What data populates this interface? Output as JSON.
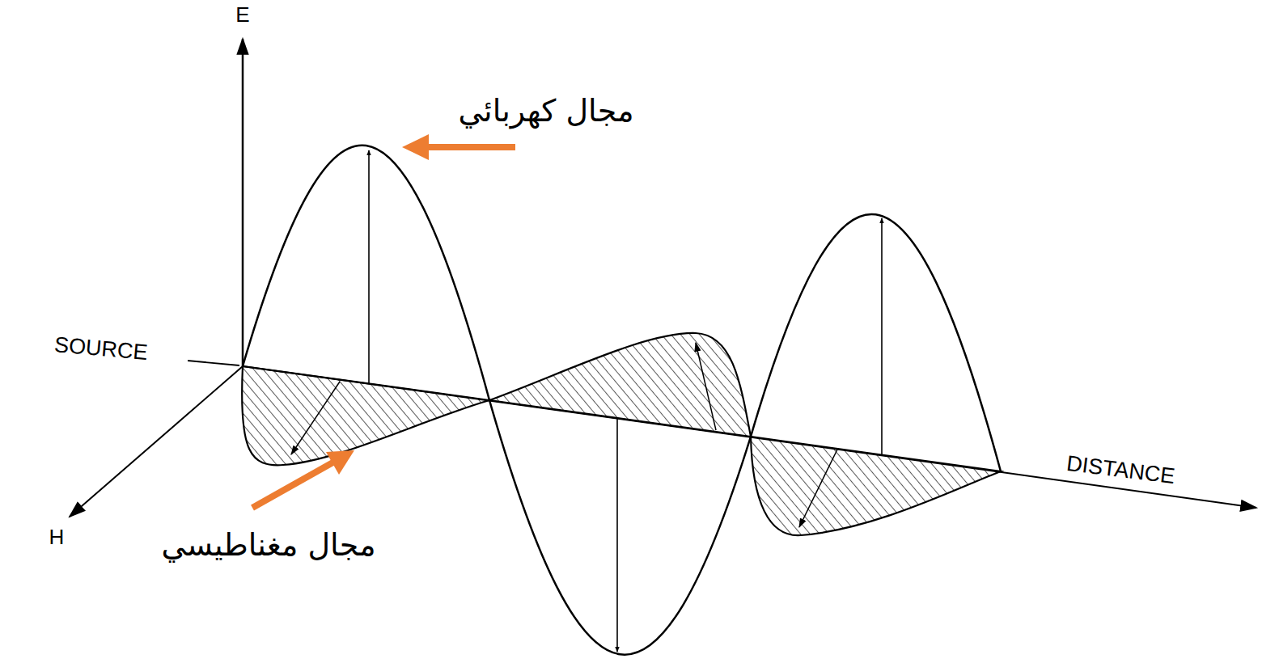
{
  "diagram": {
    "labels": [
      "E",
      "SOURCE",
      "DISTANCE",
      "H",
      "مجال كهربائي",
      "مجال مغناطيسي"
    ]
  }
}
